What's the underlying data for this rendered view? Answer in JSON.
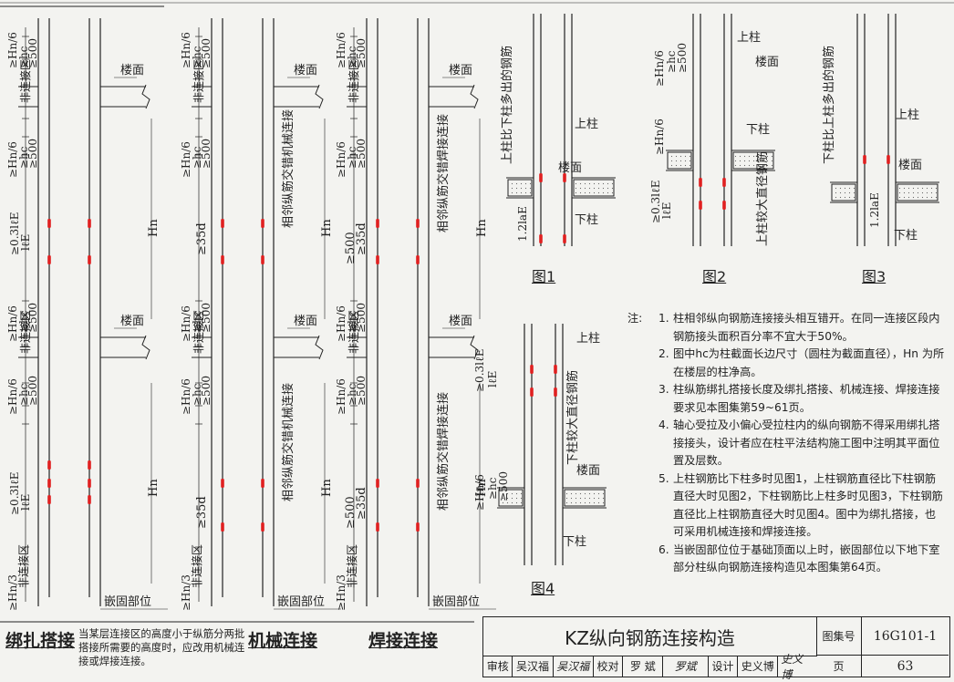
{
  "diagram": {
    "labels": {
      "floor": "楼面",
      "upper_col": "上柱",
      "lower_col": "下柱",
      "embed": "嵌固部位",
      "non_splice": "非连接区",
      "hn6": "≥Hn/6",
      "hc": "≥hc",
      "d500": "≥500",
      "l03": "≥0.3lℓE",
      "lle": "lℓE",
      "hn3": "≥Hn/3",
      "d35": "≥35d",
      "Hn": "Hn",
      "l12": "1.2laE",
      "stagger_mech": "相邻纵筋交错机械连接",
      "stagger_weld": "相邻纵筋交错焊接连接",
      "more_upper": "上柱比下柱多出的钢筋",
      "more_lower": "下柱比上柱多出的钢筋",
      "bigger_upper": "上柱较大直径钢筋",
      "bigger_lower": "下柱较大直径钢筋"
    },
    "figures": [
      "图1",
      "图2",
      "图3",
      "图4"
    ]
  },
  "sections": {
    "lap": "绑扎搭接",
    "mech": "机械连接",
    "weld": "焊接连接",
    "lap_note": "当某层连接区的高度小于纵筋分两批搭接所需要的高度时，应改用机械连接或焊接连接。"
  },
  "notes": {
    "label": "注:",
    "items": [
      "柱相邻纵向钢筋连接接头相互错开。在同一连接区段内钢筋接头面积百分率不宜大于50%。",
      "图中hc为柱截面长边尺寸（圆柱为截面直径），Hn 为所在楼层的柱净高。",
      "柱纵筋绑扎搭接长度及绑扎搭接、机械连接、焊接连接要求见本图集第59~61页。",
      "轴心受拉及小偏心受拉柱内的纵向钢筋不得采用绑扎搭接接头，设计者应在柱平法结构施工图中注明其平面位置及层数。",
      "上柱钢筋比下柱多时见图1，上柱钢筋直径比下柱钢筋直径大时见图2，下柱钢筋比上柱多时见图3，下柱钢筋直径比上柱钢筋直径大时见图4。图中为绑扎搭接，也可采用机械连接和焊接连接。",
      "当嵌固部位位于基础顶面以上时，嵌固部位以下地下室部分柱纵向钢筋连接构造见本图集第64页。"
    ]
  },
  "title_block": {
    "title": "KZ纵向钢筋连接构造",
    "atlas_label": "图集号",
    "atlas_no": "16G101-1",
    "page_label": "页",
    "page_no": "63",
    "review": "审核",
    "reviewer": "吴汉福",
    "reviewer_sig": "吴汉福",
    "check": "校对",
    "checker": "罗 斌",
    "checker_sig": "罗斌",
    "design": "设计",
    "designer": "史义博",
    "designer_sig": "史义博"
  },
  "colors": {
    "ink": "#222222",
    "splice": "#e02020",
    "paper": "#f3f3f0"
  }
}
